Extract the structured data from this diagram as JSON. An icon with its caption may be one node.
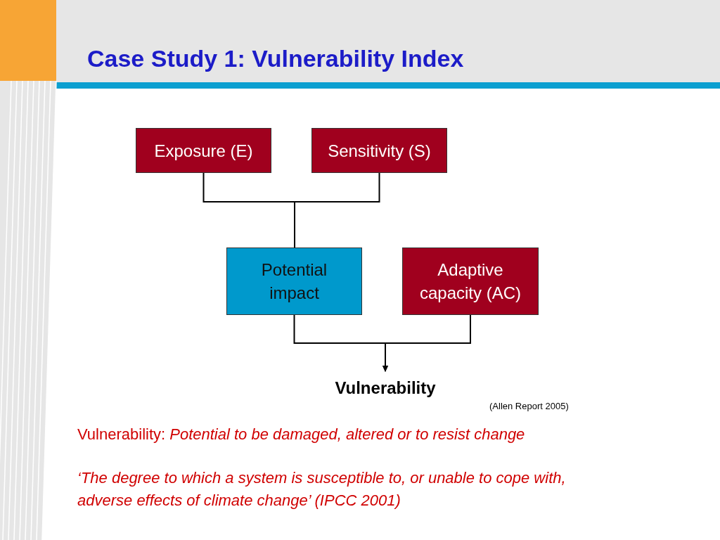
{
  "diagram": {
    "title": "Case Study 1: Vulnerability Index",
    "nodes": [
      {
        "text": [
          "Exposure (E)"
        ]
      },
      {
        "text": [
          "Sensitivity (S)"
        ]
      },
      {
        "text": [
          "Potential impact"
        ]
      },
      {
        "text": [
          "Adaptive capacity (AC)"
        ]
      },
      {
        "text": [
          "Vulnerability"
        ]
      }
    ],
    "edges": [
      {
        "from": 0,
        "to": 2,
        "arrow": "none"
      },
      {
        "from": 1,
        "to": 2,
        "arrow": "none"
      },
      {
        "from": 2,
        "to": 4,
        "arrow": "to"
      },
      {
        "from": 3,
        "to": 4,
        "arrow": "to"
      }
    ],
    "labels": [
      "(Allen Report 2005)",
      "Vulnerability: *Potential to be damaged, altered or to resist change*",
      "‘The degree to which a system is susceptible to, or unable to cope with, adverse effects of climate change’ (IPCC 2001)"
    ]
  }
}
